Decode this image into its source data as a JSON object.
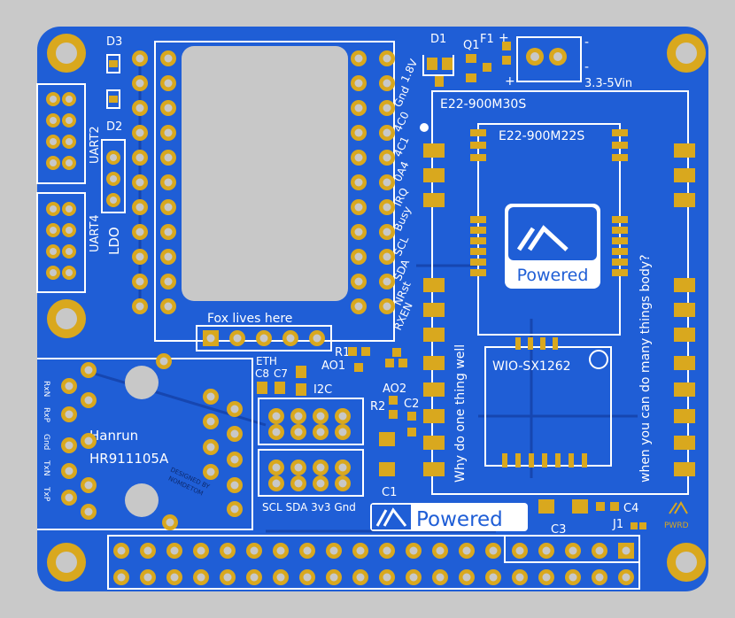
{
  "colors": {
    "background": "#c9c9c9",
    "board": "#1f5ed6",
    "trace": "#1646b0",
    "pad": "#d9a81e",
    "silk": "#ffffff",
    "drill": "#c8c8c8",
    "pwrd": "#d9a81e"
  },
  "labels": {
    "d3": "D3",
    "d2": "D2",
    "uart2": "UART2",
    "uart4": "UART4",
    "ldo": "LDO",
    "fox": "Fox lives here",
    "d1": "D1",
    "q1": "Q1",
    "f1": "F1",
    "vin": "3.3-5Vin",
    "plus": "+",
    "minus": "-",
    "pin_labels": [
      "1.8V",
      "Gnd",
      "4C0",
      "4C1",
      "0A4",
      "IRQ",
      "Busy",
      "SCL",
      "SDA",
      "NRst",
      "RXEN"
    ],
    "e22_30s": "E22-900M30S",
    "e22_22s": "E22-900M22S",
    "powered": "Powered",
    "wio": "WIO-SX1262",
    "why": "Why do one thing well",
    "when": "when you can do many things body?",
    "eth": "ETH",
    "c8": "C8",
    "c7": "C7",
    "i2c": "I2C",
    "r1": "R1",
    "ao1": "AO1",
    "ao2": "AO2",
    "r2": "R2",
    "c2": "C2",
    "c1": "C1",
    "i2c_pins": "SCL SDA 3v3 Gnd",
    "c3": "C3",
    "c4": "C4",
    "j1": "J1",
    "pwrd": "PWRD",
    "hanrun": "Hanrun",
    "hanrun_part": "HR911105A",
    "eth_pins": [
      "RxN",
      "RxP",
      "Gnd",
      "TxN",
      "TxP"
    ],
    "designed_by": "DESIGNED BY",
    "designer": "NOMDETOM"
  }
}
